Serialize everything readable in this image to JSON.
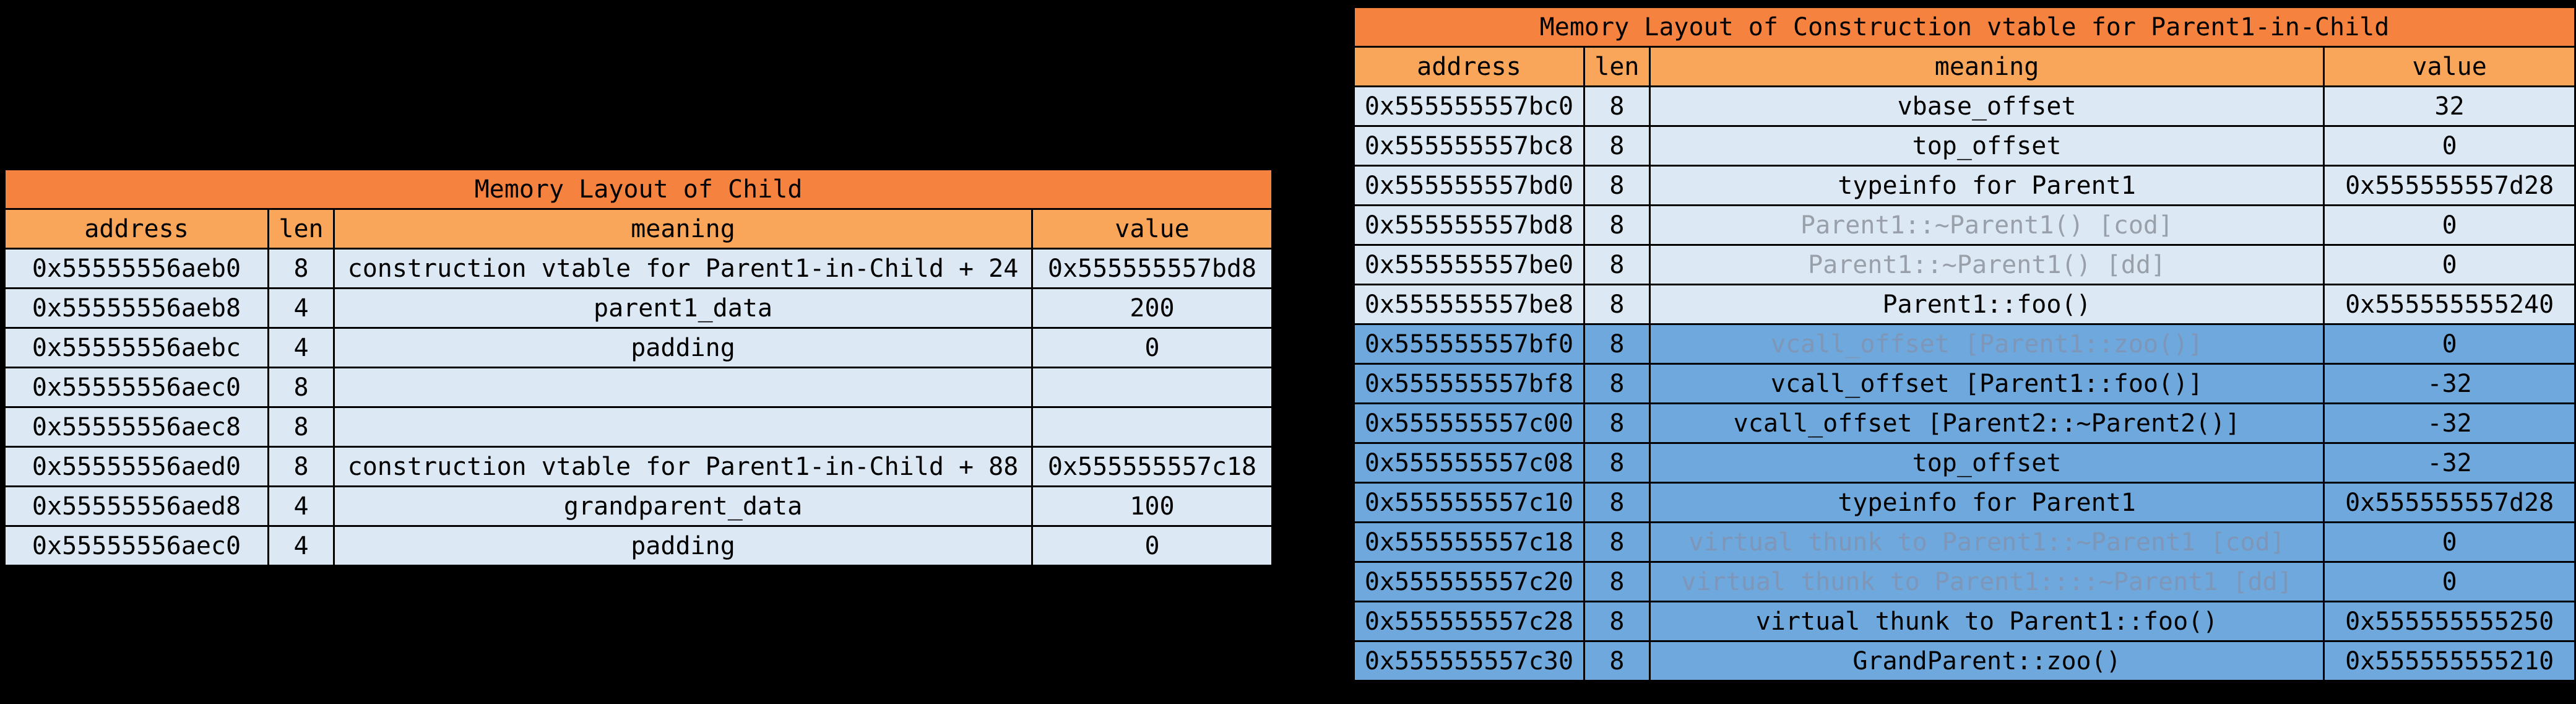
{
  "page": {
    "background": "#000000"
  },
  "colors": {
    "title_bg": "#F5823E",
    "header_bg": "#F9A65A",
    "row_bg": "#DCE9F5",
    "row_highlight_bg": "#6FA8DC",
    "border": "#000000",
    "text": "#000000",
    "muted_text": "#99A0AA"
  },
  "left_table": {
    "title": "Memory Layout of Child",
    "headers": [
      "address",
      "len",
      "meaning",
      "value"
    ],
    "rows": [
      {
        "address": "0x55555556aeb0",
        "len": "8",
        "meaning": "construction vtable for Parent1-in-Child + 24",
        "value": "0x555555557bd8"
      },
      {
        "address": "0x55555556aeb8",
        "len": "4",
        "meaning": "parent1_data",
        "value": "200"
      },
      {
        "address": "0x55555556aebc",
        "len": "4",
        "meaning": "padding",
        "value": "0"
      },
      {
        "address": "0x55555556aec0",
        "len": "8",
        "meaning": "",
        "value": ""
      },
      {
        "address": "0x55555556aec8",
        "len": "8",
        "meaning": "",
        "value": ""
      },
      {
        "address": "0x55555556aed0",
        "len": "8",
        "meaning": "construction vtable for Parent1-in-Child + 88",
        "value": "0x555555557c18"
      },
      {
        "address": "0x55555556aed8",
        "len": "4",
        "meaning": "grandparent_data",
        "value": "100"
      },
      {
        "address": "0x55555556aec0",
        "len": "4",
        "meaning": "padding",
        "value": "0"
      }
    ]
  },
  "right_table": {
    "title": "Memory Layout of Construction vtable for Parent1-in-Child",
    "headers": [
      "address",
      "len",
      "meaning",
      "value"
    ],
    "rows": [
      {
        "address": "0x555555557bc0",
        "len": "8",
        "meaning": "vbase_offset",
        "value": "32"
      },
      {
        "address": "0x555555557bc8",
        "len": "8",
        "meaning": "top_offset",
        "value": "0"
      },
      {
        "address": "0x555555557bd0",
        "len": "8",
        "meaning": "typeinfo for Parent1",
        "value": "0x555555557d28"
      },
      {
        "address": "0x555555557bd8",
        "len": "8",
        "meaning": "Parent1::~Parent1() [cod]",
        "value": "0"
      },
      {
        "address": "0x555555557be0",
        "len": "8",
        "meaning": "Parent1::~Parent1() [dd]",
        "value": "0"
      },
      {
        "address": "0x555555557be8",
        "len": "8",
        "meaning": "Parent1::foo()",
        "value": "0x555555555240"
      },
      {
        "address": "0x555555557bf0",
        "len": "8",
        "meaning": "vcall_offset [Parent1::zoo()]",
        "value": "0"
      },
      {
        "address": "0x555555557bf8",
        "len": "8",
        "meaning": "vcall_offset [Parent1::foo()]",
        "value": "-32"
      },
      {
        "address": "0x555555557c00",
        "len": "8",
        "meaning": "vcall_offset [Parent2::~Parent2()]",
        "value": "-32"
      },
      {
        "address": "0x555555557c08",
        "len": "8",
        "meaning": "top_offset",
        "value": "-32"
      },
      {
        "address": "0x555555557c10",
        "len": "8",
        "meaning": "typeinfo for Parent1",
        "value": "0x555555557d28"
      },
      {
        "address": "0x555555557c18",
        "len": "8",
        "meaning": "virtual thunk to Parent1::~Parent1 [cod]",
        "value": "0"
      },
      {
        "address": "0x555555557c20",
        "len": "8",
        "meaning": "virtual thunk to Parent1::::~Parent1 [dd]",
        "value": "0"
      },
      {
        "address": "0x555555557c28",
        "len": "8",
        "meaning": "virtual thunk to Parent1::foo()",
        "value": "0x555555555250"
      },
      {
        "address": "0x555555557c30",
        "len": "8",
        "meaning": "GrandParent::zoo()",
        "value": "0x555555555210"
      }
    ]
  }
}
